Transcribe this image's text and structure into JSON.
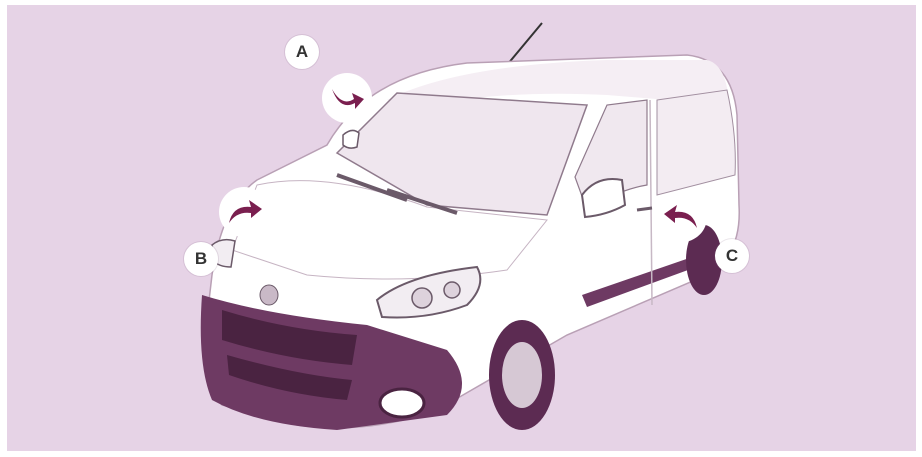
{
  "callouts": {
    "a": "A",
    "b": "B",
    "c": "C"
  },
  "colors": {
    "background": "#e6d3e6",
    "accent": "#7a1f4f",
    "vehicle_body": "#ffffff",
    "vehicle_trim": "#6e3a63"
  },
  "icons": {
    "arrow_a": "curved-arrow-icon",
    "arrow_b": "curved-arrow-icon",
    "arrow_c": "curved-arrow-icon"
  }
}
